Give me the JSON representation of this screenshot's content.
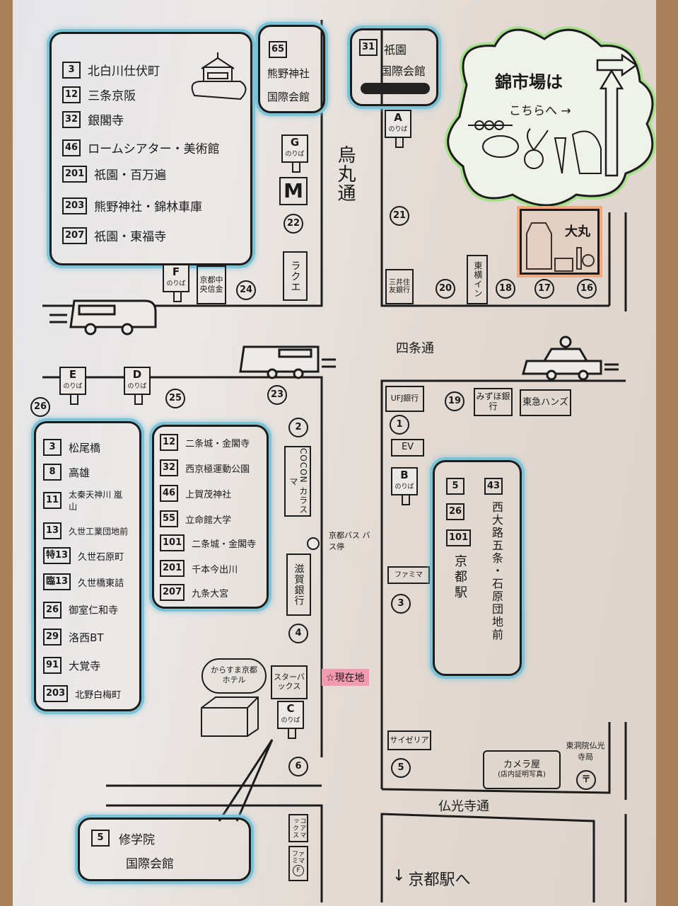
{
  "colors": {
    "balloon_halo": "#7cc3d8",
    "cloud": "#a6e08a",
    "daimaru": "#f3a77a",
    "current_location": "#f29ab0",
    "paper": "#e8e3de",
    "wood": "#a8805a"
  },
  "streets": {
    "karasuma": "烏丸通",
    "shijo": "四条通",
    "bukkoji": "仏光寺通"
  },
  "stops": {
    "A": {
      "letter": "A",
      "label": "のりば"
    },
    "B": {
      "letter": "B",
      "label": "のりば"
    },
    "C": {
      "letter": "C",
      "label": "のりば"
    },
    "D": {
      "letter": "D",
      "label": "のりば"
    },
    "E": {
      "letter": "E",
      "label": "のりば"
    },
    "F": {
      "letter": "F",
      "label": "のりば"
    },
    "G": {
      "letter": "G",
      "label": "のりば"
    }
  },
  "balloon_F": {
    "routes": [
      {
        "num": "3",
        "dest": "北白川仕伏町"
      },
      {
        "num": "12",
        "dest": "三条京阪"
      },
      {
        "num": "32",
        "dest": "銀閣寺"
      },
      {
        "num": "46",
        "dest": "ロームシアター・美術館"
      },
      {
        "num": "201",
        "dest": "祇園・百万遍"
      },
      {
        "num": "203",
        "dest": "熊野神社・錦林車庫"
      },
      {
        "num": "207",
        "dest": "祇園・東福寺"
      }
    ]
  },
  "balloon_G": {
    "num": "65",
    "dest1": "熊野神社",
    "dest2": "国際会館"
  },
  "balloon_A": {
    "num": "31",
    "dest1": "祇園",
    "dest2": "国際会館"
  },
  "balloon_E": {
    "routes": [
      {
        "num": "3",
        "dest": "松尾橋"
      },
      {
        "num": "8",
        "dest": "高雄"
      },
      {
        "num": "11",
        "dest": "太秦天神川 嵐山"
      },
      {
        "num": "13",
        "dest": "久世工業団地前"
      },
      {
        "num": "特13",
        "dest": "久世石原町"
      },
      {
        "num": "臨13",
        "dest": "久世橋東詰"
      },
      {
        "num": "26",
        "dest": "御室仁和寺"
      },
      {
        "num": "29",
        "dest": "洛西BT"
      },
      {
        "num": "91",
        "dest": "大覚寺"
      },
      {
        "num": "203",
        "dest": "北野白梅町"
      }
    ]
  },
  "balloon_D": {
    "routes": [
      {
        "num": "12",
        "dest": "二条城・金閣寺"
      },
      {
        "num": "32",
        "dest": "西京極運動公園"
      },
      {
        "num": "46",
        "dest": "上賀茂神社"
      },
      {
        "num": "55",
        "dest": "立命館大学"
      },
      {
        "num": "101",
        "dest": "二条城・金閣寺"
      },
      {
        "num": "201",
        "dest": "千本今出川"
      },
      {
        "num": "207",
        "dest": "九条大宮"
      }
    ]
  },
  "balloon_B": {
    "nums_left": [
      "5",
      "26",
      "101"
    ],
    "dest_left": "京都駅",
    "num_right": "43",
    "dest_right": "西大路五条・石原団地前"
  },
  "balloon_C": {
    "num": "5",
    "dest1": "修学院",
    "dest2": "国際会館"
  },
  "nishiki": {
    "line1": "錦市場は",
    "line2": "こちらへ →"
  },
  "buildings": {
    "daimaru": "大丸",
    "mcdonalds": "M",
    "laque": "ラクエ",
    "kyoto_chuo_shinkin": "京都中央信金",
    "smbc": "三井住友銀行",
    "toyoko_inn": "東横イン",
    "ufj": "UFJ銀行",
    "mizuho": "みずほ銀行",
    "tokyu_hands": "東急ハンズ",
    "ev": "EV",
    "familymart": "ファミマ",
    "cocon": "COCON カラスマ",
    "shiga_bank": "滋賀銀行",
    "starbucks": "スターバックス",
    "hotel": "からすま京都ホテル",
    "saizeriya": "サイゼリア",
    "camera": "カメラ屋",
    "camera_sub": "(店内証明写真)",
    "post_office": "東洞院仏光寺局",
    "post_mark": "〒",
    "coamax": "コアマックス",
    "familymart2": "ファミマ",
    "fm_mark": "F"
  },
  "bus_stop_label": "京都バス バス停",
  "current_location": "☆現在地",
  "to_station": "京都駅へ",
  "to_station_arrow": "↓",
  "exits": [
    "1",
    "2",
    "3",
    "4",
    "5",
    "6",
    "16",
    "17",
    "18",
    "19",
    "20",
    "21",
    "22",
    "23",
    "24",
    "25",
    "26"
  ]
}
